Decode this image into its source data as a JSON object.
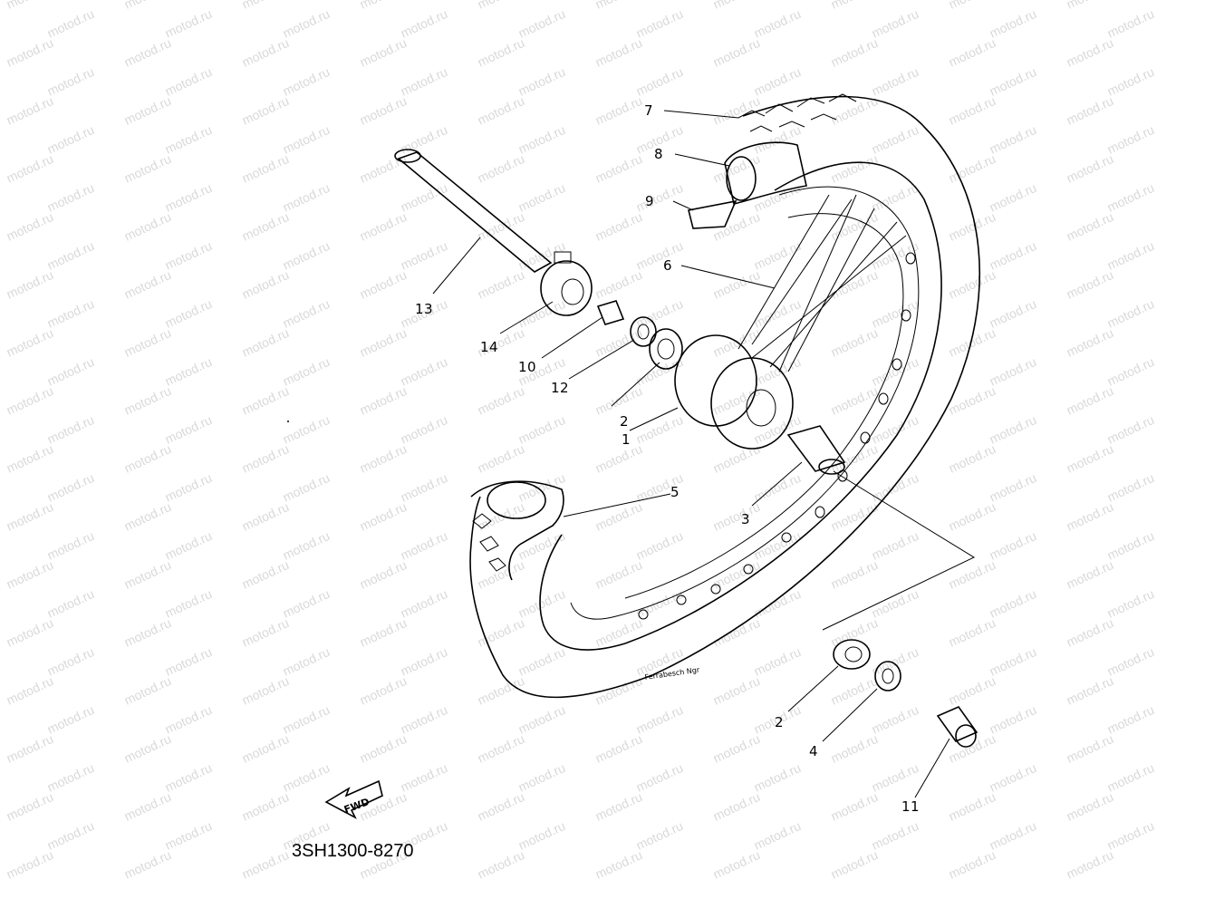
{
  "watermark": "motod.ru",
  "part_code": "3SH1300-8270",
  "fwd_label": "FWD",
  "tire_text": "Ferrabesch Ngr",
  "callouts": {
    "n1": "1",
    "n2a": "2",
    "n2b": "2",
    "n3": "3",
    "n4": "4",
    "n5": "5",
    "n6": "6",
    "n7": "7",
    "n8": "8",
    "n9": "9",
    "n10": "10",
    "n11": "11",
    "n12": "12",
    "n13": "13",
    "n14": "14"
  }
}
